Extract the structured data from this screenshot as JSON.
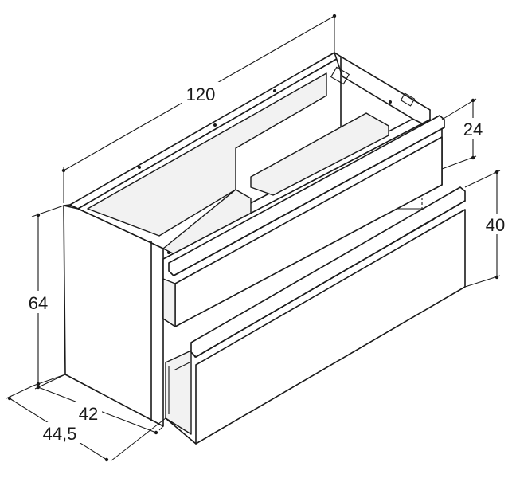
{
  "diagram": {
    "dimensions": {
      "width": "120",
      "height": "64",
      "depth_inner": "42",
      "depth_outer": "44,5",
      "drawer_top_height": "24",
      "drawer_bottom_height": "40"
    }
  }
}
